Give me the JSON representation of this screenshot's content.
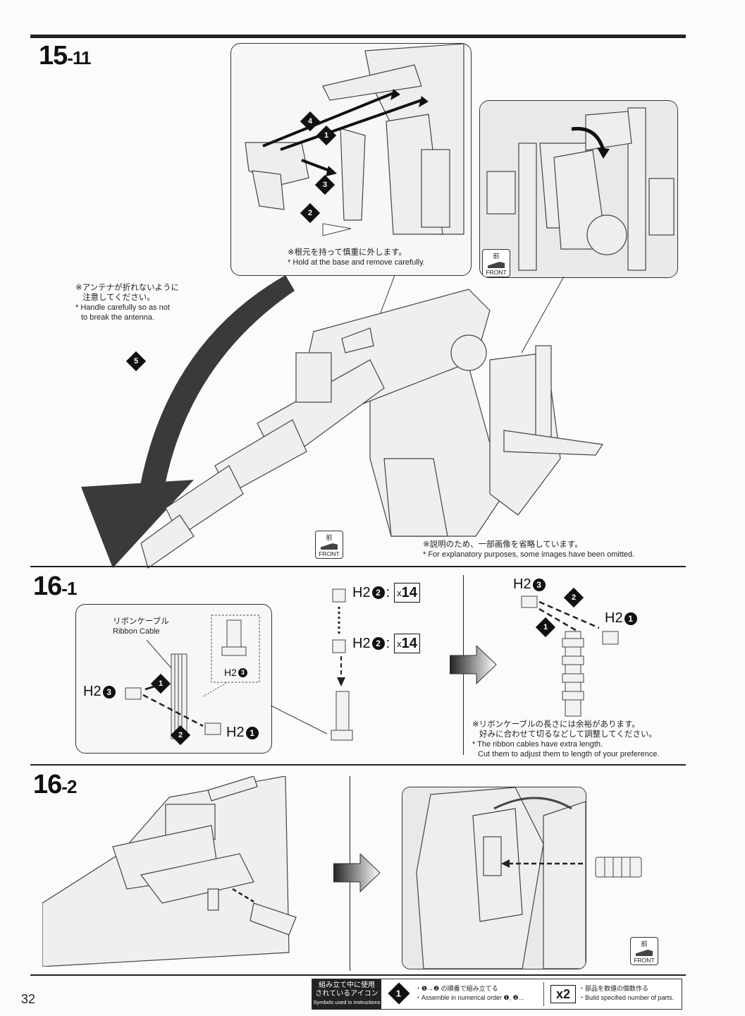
{
  "page": {
    "number": "32"
  },
  "step_15_11": {
    "major": "15",
    "minor": "-11",
    "order_numbers": [
      "4",
      "1",
      "3",
      "2",
      "5"
    ],
    "note_detach": {
      "ja": "※根元を持って慎重に外します。",
      "en": "* Hold at the base and remove carefully."
    },
    "note_antenna": {
      "ja_1": "※アンテナが折れないように",
      "ja_2": "注意してください。",
      "en_1": "* Handle carefully so as not",
      "en_2": "to break the antenna."
    },
    "note_omitted": {
      "ja": "※説明のため、一部画像を省略しています。",
      "en": "* For explanatory purposes, some images have been omitted."
    },
    "front": {
      "ja": "前",
      "en": "FRONT"
    }
  },
  "step_16_1": {
    "major": "16",
    "minor": "-1",
    "ribbon_cable": {
      "ja": "リボンケーブル",
      "en": "Ribbon Cable"
    },
    "part_h2": "H2",
    "circle_1": "1",
    "circle_2": "2",
    "circle_3": "3",
    "qty_prefix": "x",
    "qty_value": "14",
    "note_ribbon": {
      "ja_1": "※リボンケーブルの長さには余裕があります。",
      "ja_2": "好みに合わせて切るなどして調整してください。",
      "en_1": "* The ribbon cables have extra length.",
      "en_2": "Cut them to adjust them to length of your preference."
    }
  },
  "step_16_2": {
    "major": "16",
    "minor": "-2"
  },
  "legend": {
    "title_ja_1": "組み立て中に使用",
    "title_ja_2": "されているアイコン",
    "title_en": "Symbols used in instructions",
    "order_icon": "1",
    "order_ja": "・❶→❷ の順番で組み立てる",
    "order_en": "・Assemble in numerical order ❶, ❷...",
    "qty_icon": "x2",
    "qty_ja": "・部品を数値の個数作る",
    "qty_en": "・Build specified number of parts."
  }
}
